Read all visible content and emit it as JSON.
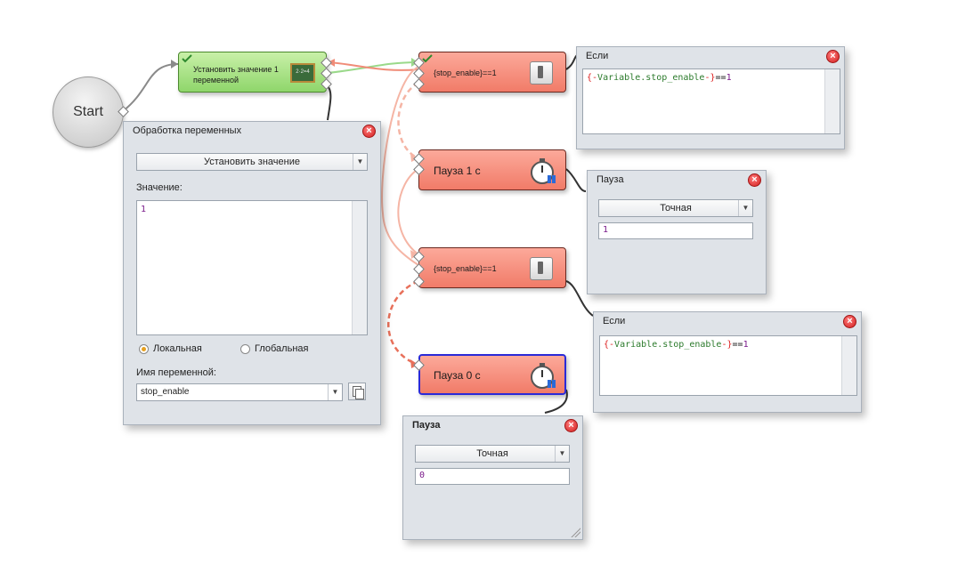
{
  "start_node": {
    "label": "Start"
  },
  "nodes": {
    "set_variable": {
      "label_line1": "Установить значение 1",
      "label_line2": "переменной"
    },
    "if1": {
      "label": "{stop_enable}==1"
    },
    "pause1": {
      "label": "Пауза 1 с"
    },
    "if2": {
      "label": "{stop_enable}==1"
    },
    "pause0": {
      "label": "Пауза 0 с"
    }
  },
  "var_panel": {
    "title": "Обработка переменных",
    "action_select": "Установить значение",
    "value_label": "Значение:",
    "value": "1",
    "radio_local": "Локальная",
    "radio_global": "Глобальная",
    "name_label": "Имя переменной:",
    "name_value": "stop_enable"
  },
  "if_panel1": {
    "title": "Если",
    "expr_open": "{-",
    "expr_var": "Variable.stop_enable",
    "expr_close": "-}",
    "expr_op": "==",
    "expr_num": "1"
  },
  "pause_panel1": {
    "title": "Пауза",
    "mode": "Точная",
    "value": "1"
  },
  "if_panel2": {
    "title": "Если",
    "expr_open": "{-",
    "expr_var": "Variable.stop_enable",
    "expr_close": "-}",
    "expr_op": "==",
    "expr_num": "1"
  },
  "pause_panel2": {
    "title": "Пауза",
    "mode": "Точная",
    "value": "0"
  },
  "icons": {
    "close": "close-icon",
    "dropdown": "chevron-down-icon",
    "calculator": "chalkboard-icon",
    "switch": "switch-icon",
    "timer": "stopwatch-icon",
    "copy": "copy-icon",
    "check": "check-icon"
  },
  "colors": {
    "node_green": "#8fd66b",
    "node_red": "#f17b68",
    "selected_border": "#2a2ad8",
    "wire_red": "#f08c78",
    "wire_green": "#9ad98a",
    "panel_bg": "#dfe3e8"
  }
}
